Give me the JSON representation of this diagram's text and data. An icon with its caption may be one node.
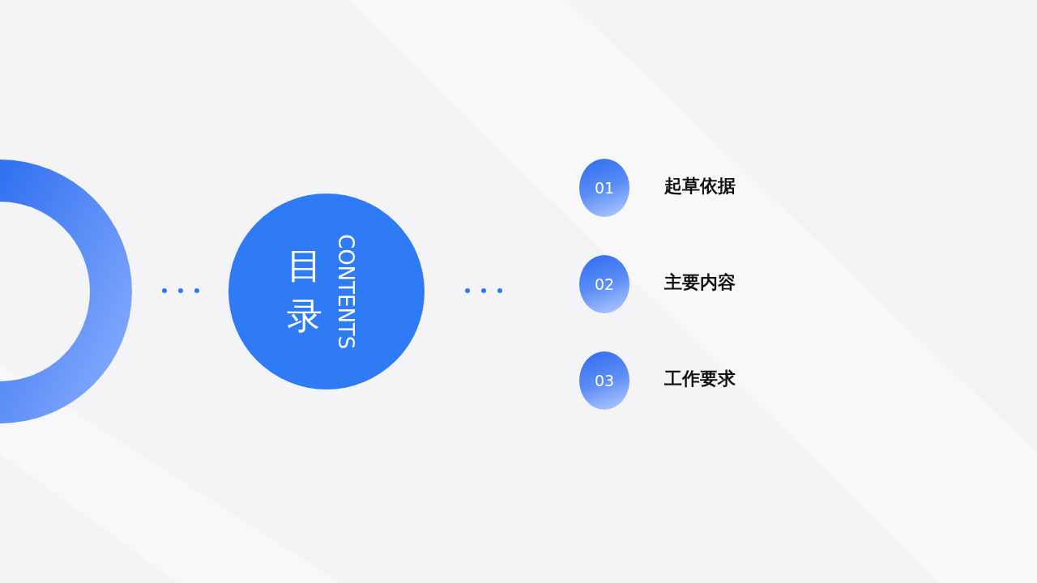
{
  "diagram": {
    "nodes": [
      {
        "text": [
          "目录",
          "CONTENTS"
        ]
      },
      {
        "text": [
          "01"
        ],
        "beside": [
          "起草依据"
        ]
      },
      {
        "text": [
          "02"
        ],
        "beside": [
          "主要内容"
        ]
      },
      {
        "text": [
          "03"
        ],
        "beside": [
          "工作要求"
        ]
      }
    ]
  }
}
